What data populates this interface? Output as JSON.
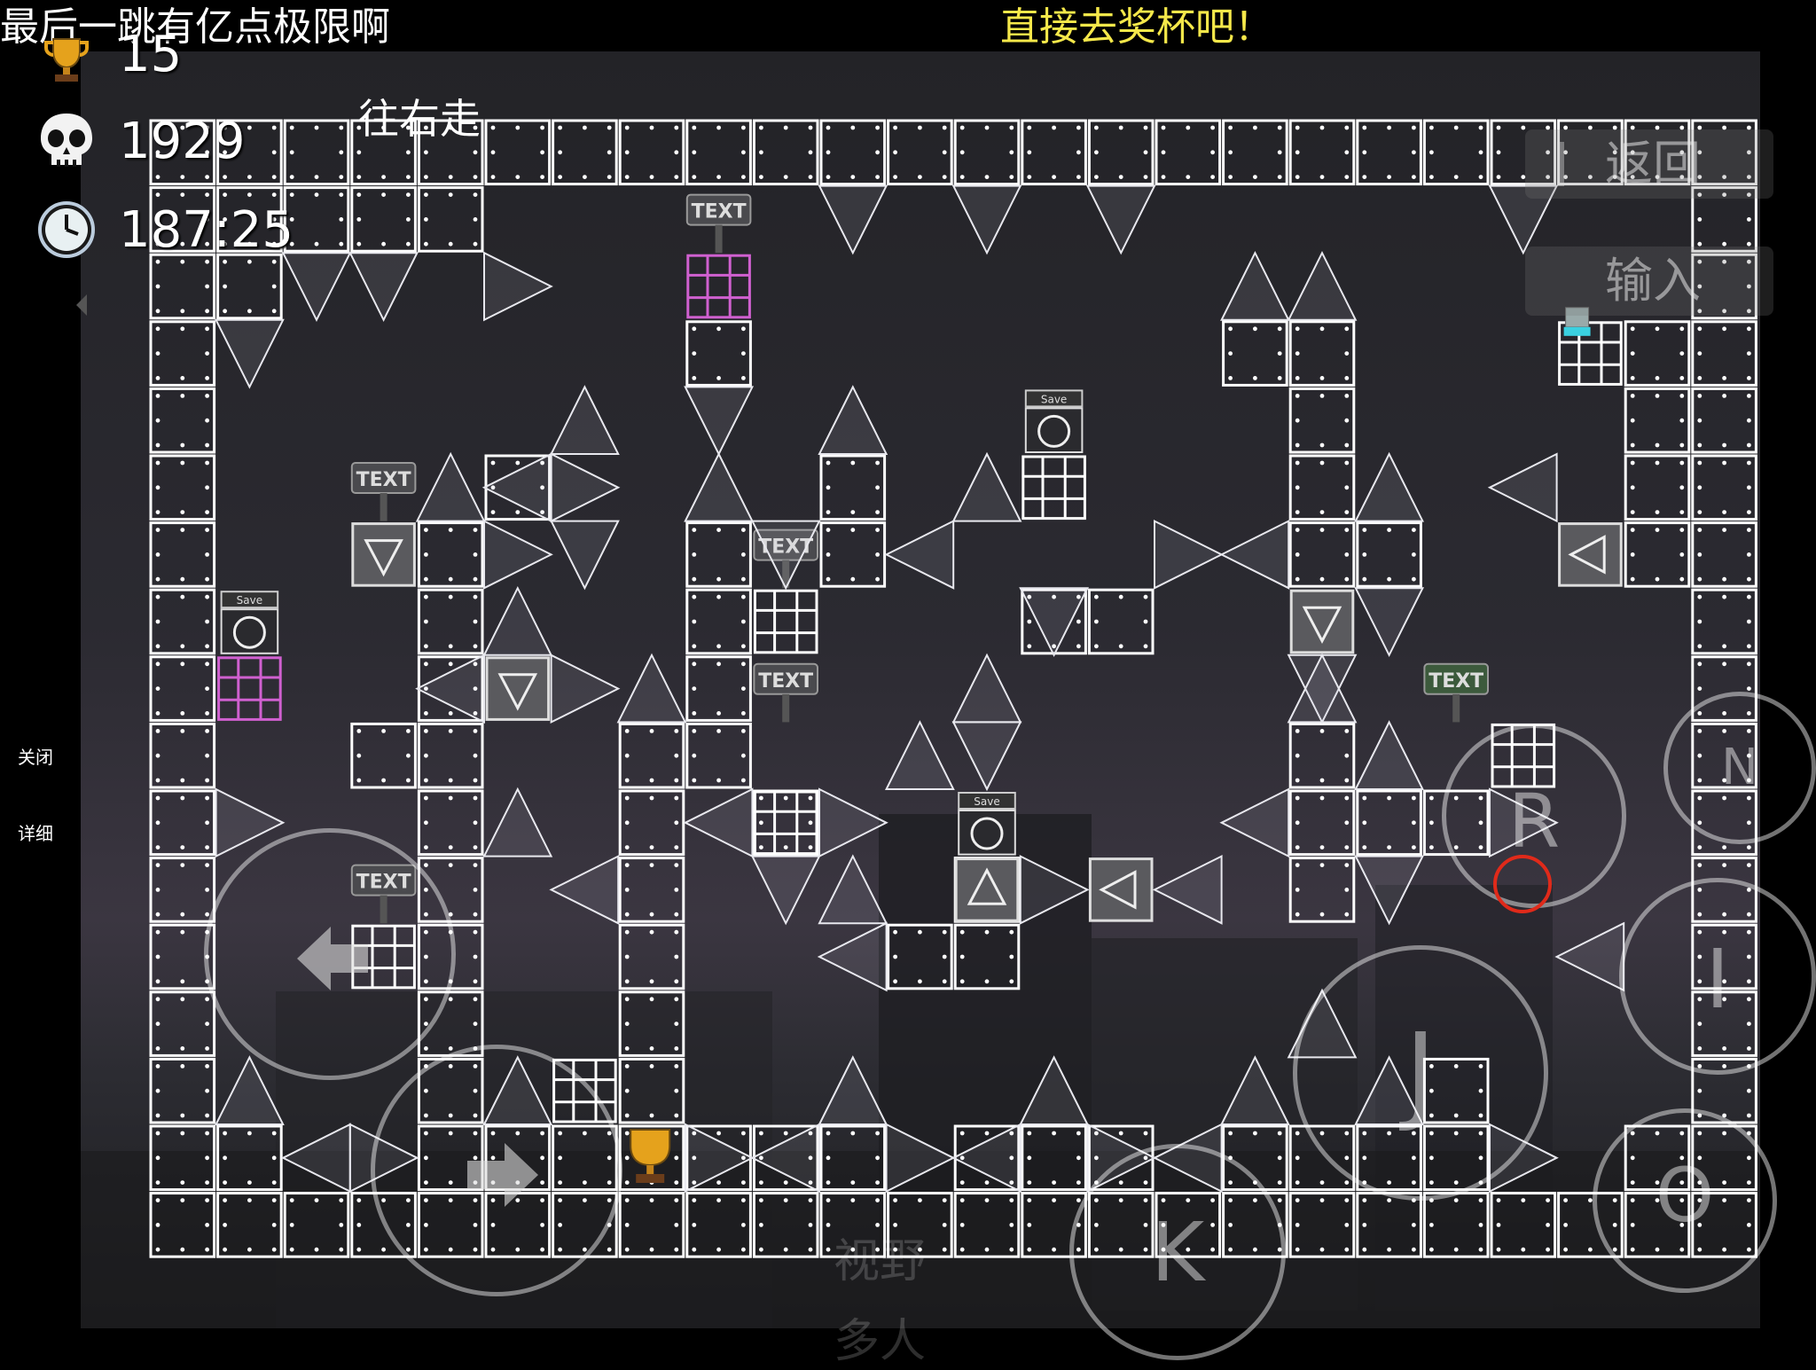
{
  "messages": {
    "top_left": "最后一跳有亿点极限啊",
    "top_center": "直接去奖杯吧！",
    "hint": "往右走"
  },
  "hud": {
    "trophies": "15",
    "deaths": "1929",
    "time": "187:25"
  },
  "side_menu": {
    "close": "关闭",
    "details": "详细"
  },
  "menu": {
    "back": "返回",
    "input": "输入"
  },
  "controls": {
    "r": "R",
    "n": "N",
    "i": "I",
    "j": "J",
    "k": "K",
    "o": "O"
  },
  "overlay_menu": {
    "view": "视野",
    "multi": "多人"
  },
  "signs": {
    "text": "TEXT",
    "save": "Save",
    "spike": "spike"
  },
  "colors": {
    "block_outline": "#ffffff",
    "pink_block": "#d060d0",
    "top_center_msg": "#f5e84a",
    "red_ring": "#e02a1a"
  }
}
